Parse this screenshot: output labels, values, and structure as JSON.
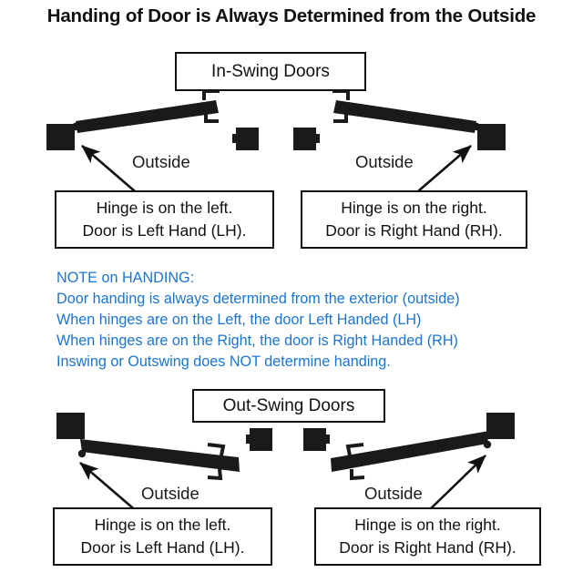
{
  "title": "Handing of Door is Always Determined from the Outside",
  "colors": {
    "ink": "#111111",
    "note_blue": "#1b75d0",
    "door_fill": "#1a1a1a",
    "page_background": "#ffffff"
  },
  "sections": {
    "inswing": {
      "heading": "In-Swing Doors",
      "left": {
        "outside_label": "Outside",
        "callout_line1": "Hinge is on the left.",
        "callout_line2": "Door is Left Hand (LH)."
      },
      "right": {
        "outside_label": "Outside",
        "callout_line1": "Hinge is on the right.",
        "callout_line2": "Door is Right Hand (RH)."
      }
    },
    "outswing": {
      "heading": "Out-Swing Doors",
      "left": {
        "outside_label": "Outside",
        "callout_line1": "Hinge is on the left.",
        "callout_line2": "Door is Left Hand (LH)."
      },
      "right": {
        "outside_label": "Outside",
        "callout_line1": "Hinge is on the right.",
        "callout_line2": "Door is Right Hand (RH)."
      }
    }
  },
  "note": {
    "heading": "NOTE on HANDING:",
    "lines": [
      "Door handing is always determined from the exterior (outside)",
      "When hinges are on the Left, the door Left Handed (LH)",
      "When hinges are on the Right, the door is Right Handed (RH)",
      "Inswing or Outswing does NOT determine handing."
    ]
  }
}
